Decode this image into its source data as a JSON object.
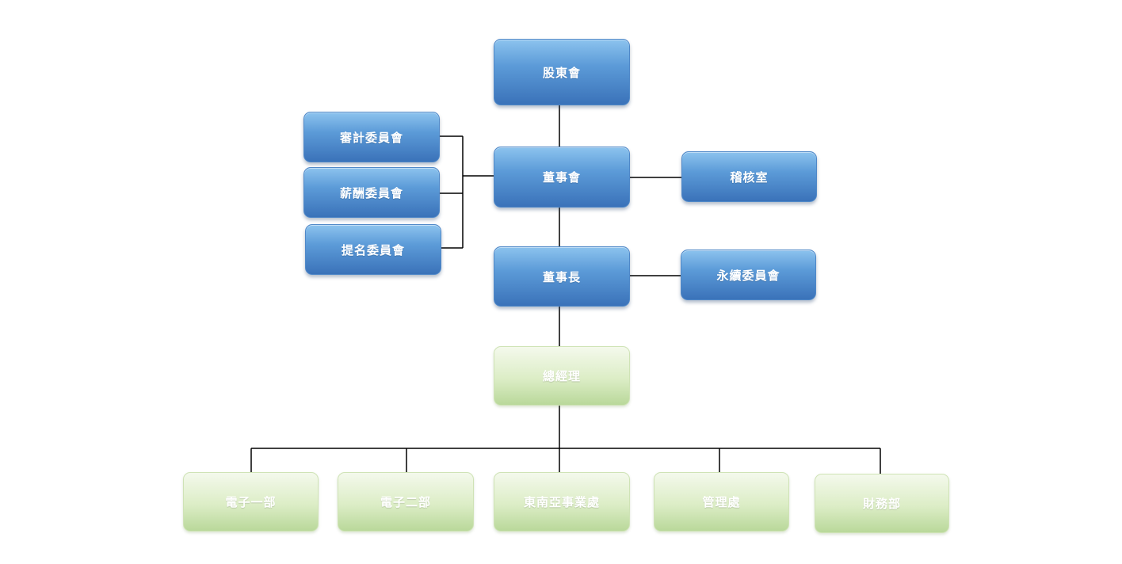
{
  "org_chart": {
    "shareholders": "股東會",
    "audit_committee": "審計委員會",
    "remuneration_committee": "薪酬委員會",
    "nomination_committee": "提名委員會",
    "board": "董事會",
    "internal_audit": "稽核室",
    "chairman": "董事長",
    "sustainability_committee": "永續委員會",
    "general_manager": "總經理",
    "departments": [
      "電子一部",
      "電子二部",
      "東南亞事業處",
      "管理處",
      "財務部"
    ]
  },
  "colors": {
    "blue_box": "#5c9bd8",
    "green_box": "#dcedc6",
    "line": "#000000"
  }
}
